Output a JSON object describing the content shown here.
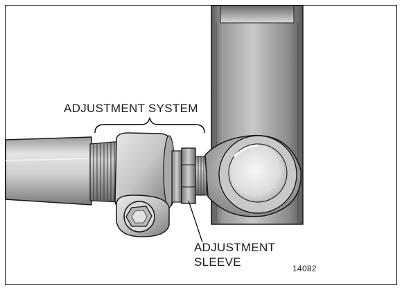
{
  "labels": {
    "adjustment_system": "ADJUSTMENT SYSTEM",
    "adjustment_sleeve_line1": "ADJUSTMENT",
    "adjustment_sleeve_line2": "SLEEVE",
    "figure_number": "14082"
  },
  "colors": {
    "stroke": "#1a1a1a",
    "line_art": "#000000",
    "background": "#ffffff"
  }
}
